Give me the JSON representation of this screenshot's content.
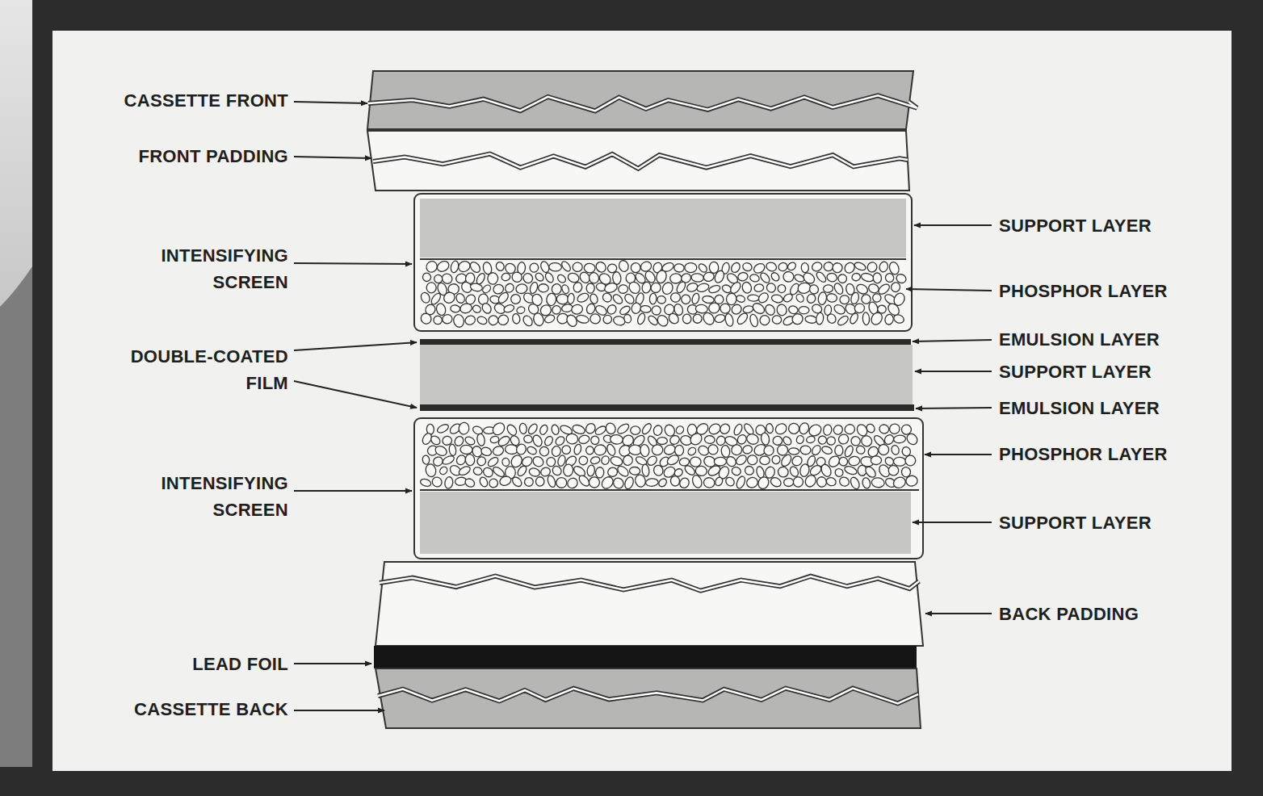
{
  "diagram": {
    "labels": [
      "CASSETTE FRONT",
      "FRONT PADDING",
      "SUPPORT LAYER",
      "INTENSIFYING SCREEN",
      "PHOSPHOR LAYER",
      "EMULSION LAYER",
      "DOUBLE-COATED FILM",
      "SUPPORT LAYER",
      "EMULSION LAYER",
      "PHOSPHOR LAYER",
      "INTENSIFYING SCREEN",
      "SUPPORT LAYER",
      "BACK PADDING",
      "LEAD FOIL",
      "CASSETTE BACK"
    ]
  }
}
